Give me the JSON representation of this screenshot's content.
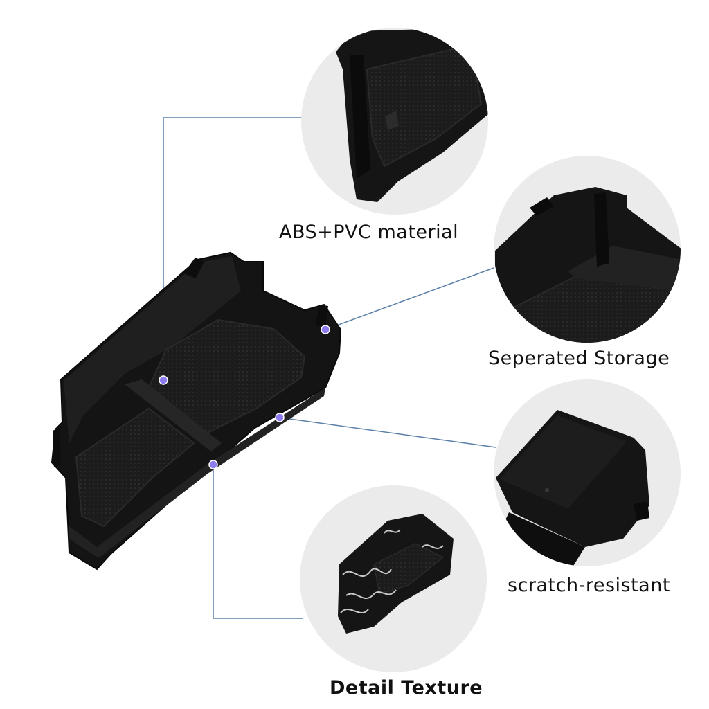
{
  "features": {
    "material": {
      "label": "ABS+PVC material"
    },
    "storage": {
      "label": "Seperated Storage"
    },
    "scratch": {
      "label": "scratch-resistant"
    },
    "texture": {
      "label": "Detail Texture"
    }
  },
  "colors": {
    "background": "#ffffff",
    "circle_fill": "#ebebeb",
    "product": "#151515",
    "leader_line": "#5b7fa8",
    "dot": "#8c7cf0"
  }
}
